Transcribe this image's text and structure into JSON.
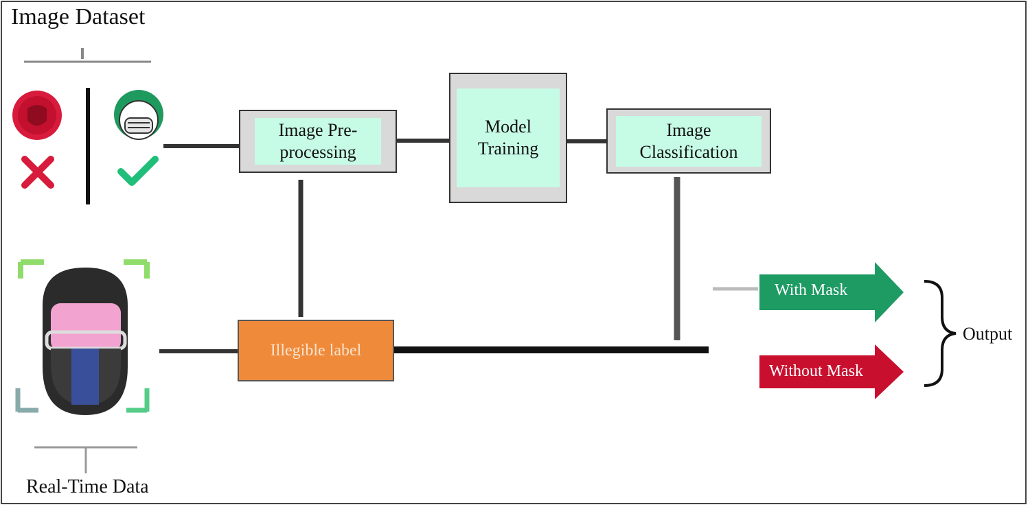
{
  "title": "Image Dataset",
  "realtime_label": "Real-Time Data",
  "boxes": {
    "preprocessing": "Image Pre-processing",
    "training": "Model Training",
    "classification": "Image Classification",
    "unknown_orange": "Illegible label"
  },
  "outputs": {
    "with_mask": "With Mask",
    "without_mask": "Without Mask",
    "output_label": "Output"
  },
  "colors": {
    "box_gray": "#d9d9d9",
    "box_mint": "#c6fbe6",
    "orange": "#ef8a3a",
    "green_arrow": "#1e9a63",
    "red_arrow": "#c8102e",
    "line": "#333333"
  },
  "icons": {
    "no_mask": "no-mask-face-icon",
    "mask": "masked-face-icon",
    "cross": "cross-mark-icon",
    "check": "check-mark-icon",
    "person": "masked-person-icon"
  }
}
